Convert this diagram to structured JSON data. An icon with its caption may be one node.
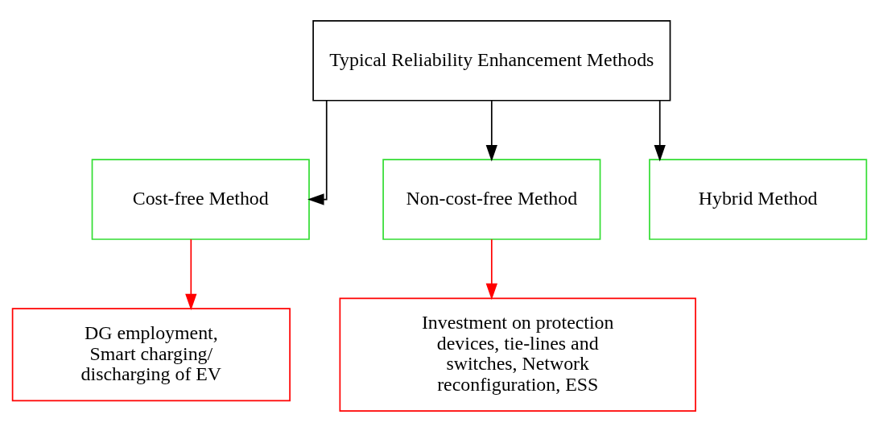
{
  "diagram": {
    "nodes": [
      {
        "text": [
          "Typical Reliability Enhancement Methods"
        ]
      },
      {
        "text": [
          "Cost-free Method"
        ]
      },
      {
        "text": [
          "Non-cost-free Method"
        ]
      },
      {
        "text": [
          "Hybrid Method"
        ]
      },
      {
        "text": [
          "DG employment, Smart charging/ discharging of EV"
        ]
      },
      {
        "text": [
          "Investment on protection devices, tie-lines and switches, Network reconfiguration, ESS"
        ]
      }
    ],
    "edges": [
      {
        "from": 0,
        "to": 1,
        "arrow": "to"
      },
      {
        "from": 0,
        "to": 2,
        "arrow": "to"
      },
      {
        "from": 0,
        "to": 3,
        "arrow": "to"
      },
      {
        "from": 1,
        "to": 4,
        "arrow": "to",
        "color": "#ff0000"
      },
      {
        "from": 2,
        "to": 5,
        "arrow": "to",
        "color": "#ff0000"
      }
    ]
  }
}
